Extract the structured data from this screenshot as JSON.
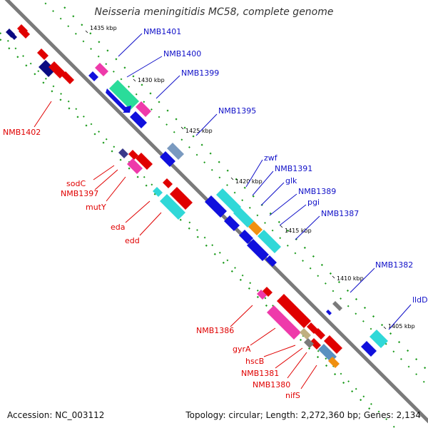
{
  "header": {
    "title": "Neisseria meningitidis MC58, complete genome"
  },
  "footer": {
    "accession": "Accession: NC_003112",
    "topology": "Topology: circular; Length: 2,272,360 bp; Genes: 2,134"
  },
  "ticks": [
    "1435 kbp",
    "1430 kbp",
    "1425 kbp",
    "1420 kbp",
    "1415 kbp",
    "1410 kbp",
    "1405 kbp"
  ],
  "labels_forward": [
    "NMB1401",
    "NMB1400",
    "NMB1399",
    "NMB1395",
    "zwf",
    "NMB1391",
    "glk",
    "NMB1389",
    "pgi",
    "NMB1387",
    "NMB1382",
    "lldD"
  ],
  "labels_reverse": [
    "NMB1402",
    "sodC",
    "NMB1397",
    "mutY",
    "eda",
    "edd",
    "NMB1386",
    "gyrA",
    "hscB",
    "NMB1381",
    "NMB1380",
    "nifS"
  ],
  "colors": {
    "backbone": "#7a7a7a",
    "dots": "#1a9a1a",
    "forward_label": "#1010c8",
    "reverse_label": "#e00000"
  }
}
